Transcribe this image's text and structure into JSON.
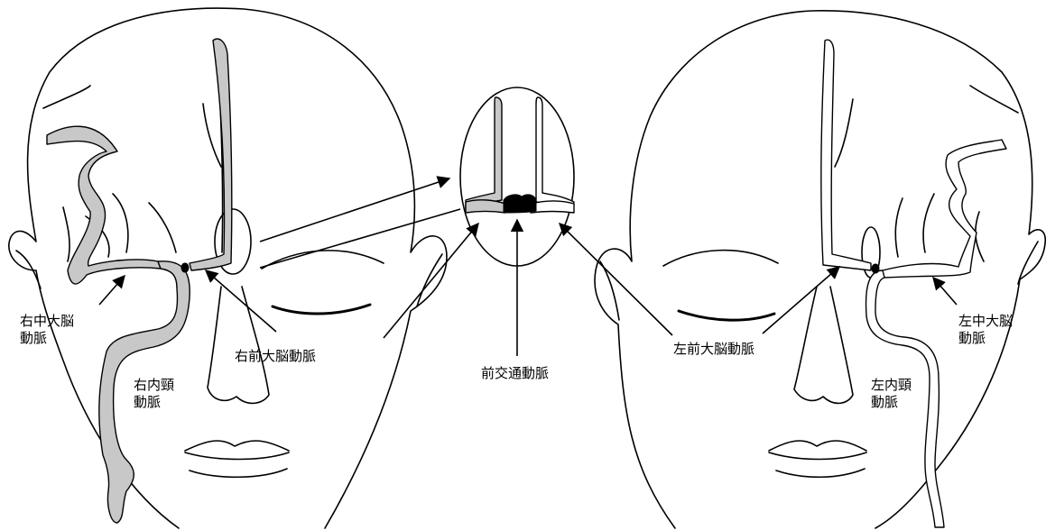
{
  "labels": {
    "right_mca": [
      "右中大脳",
      "動脈"
    ],
    "right_aca": "右前大脳動脈",
    "right_ica": [
      "右内頸",
      "動脈"
    ],
    "acom": "前交通動脈",
    "left_aca": "左前大脳動脈",
    "left_mca": [
      "左中大脳",
      "動脈"
    ],
    "left_ica": [
      "左内頸",
      "動脈"
    ]
  },
  "colors": {
    "right_artery_fill": "#c8c8c8",
    "left_artery_fill": "#ffffff",
    "communicating_artery_fill": "#000000",
    "outline": "#000000"
  }
}
